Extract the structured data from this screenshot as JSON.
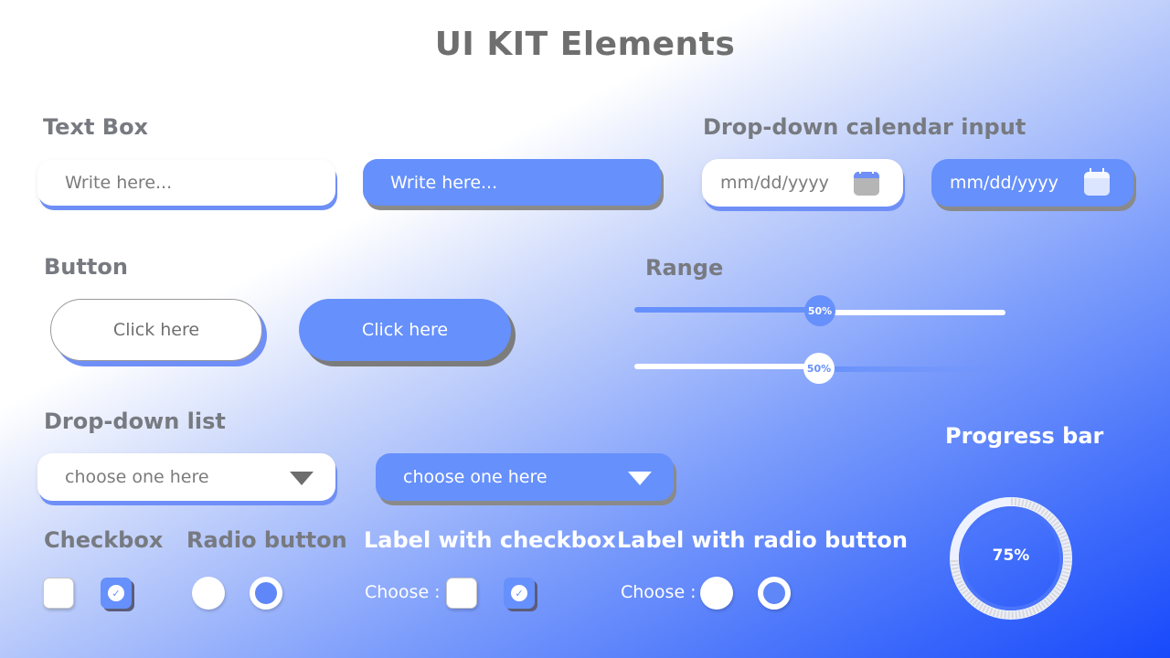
{
  "title": "UI KIT Elements",
  "sections": {
    "text_box": "Text Box",
    "calendar": "Drop-down calendar input",
    "button": "Button",
    "range": "Range",
    "dropdown": "Drop-down list",
    "progress": "Progress bar",
    "checkbox": "Checkbox",
    "radio": "Radio button",
    "label_checkbox": "Label with checkbox",
    "label_radio": "Label with radio button"
  },
  "text_box": {
    "placeholder_light": "Write here...",
    "placeholder_blue": "Write here..."
  },
  "calendar": {
    "placeholder_light": "mm/dd/yyyy",
    "placeholder_blue": "mm/dd/yyyy"
  },
  "buttons": {
    "light_label": "Click here",
    "blue_label": "Click here"
  },
  "range": {
    "top_value_label": "50%",
    "bottom_value_label": "50%",
    "top_value": 0.5,
    "bottom_value": 0.5
  },
  "dropdown": {
    "light_value": "choose one here",
    "blue_value": "choose one here"
  },
  "labels": {
    "choose_checkbox": "Choose :",
    "choose_radio": "Choose :"
  },
  "progress": {
    "label": "75%",
    "value": 0.75
  },
  "colors": {
    "accent": "#6690fb",
    "heading_gray": "#777a80",
    "white": "#ffffff"
  }
}
